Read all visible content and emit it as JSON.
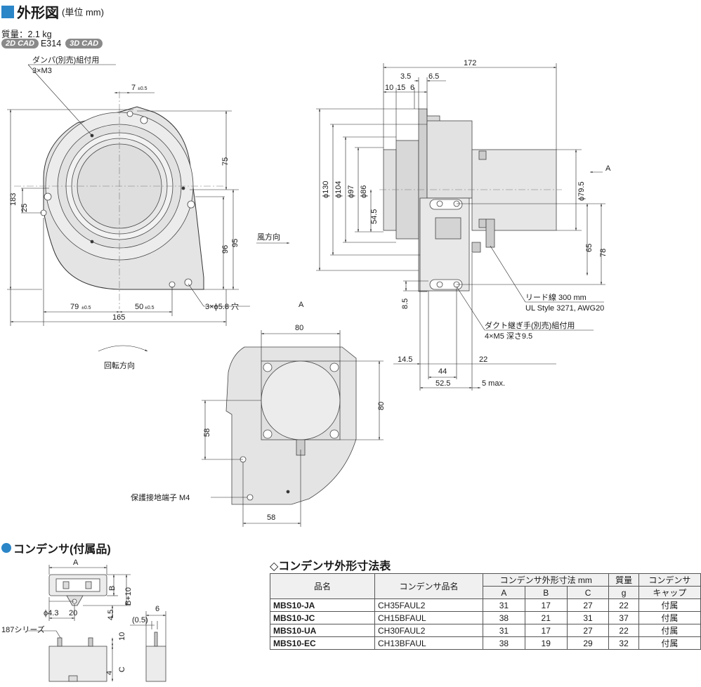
{
  "header": {
    "title": "外形図",
    "unit": "(単位 mm)",
    "mass": "質量：2.1 kg",
    "cad_2d": "2D CAD",
    "cad_code": "E314",
    "cad_3d": "3D CAD"
  },
  "front": {
    "damper": "ダンパ(別売)組付用",
    "damper_screw": "3×M3",
    "d7": "7",
    "tol": "±0.5",
    "d75": "75",
    "d183": "183",
    "d25": "25",
    "d96": "96",
    "d95": "95",
    "d79": "79",
    "d50": "50",
    "d165": "165",
    "holes": "3×ϕ5.8 穴",
    "rotation": "回転方向",
    "wind": "風方向"
  },
  "side": {
    "d172": "172",
    "d35": "3.5",
    "d65b": "6.5",
    "d10": "10",
    "d15": "15",
    "d6": "6",
    "d130": "ϕ130",
    "d104": "ϕ104",
    "d97": "ϕ97",
    "d86": "ϕ86",
    "d545": "54.5",
    "d795": "ϕ79.5",
    "d65": "65",
    "d78": "78",
    "d85": "8.5",
    "d145": "14.5",
    "d44": "44",
    "d525": "52.5",
    "d22": "22",
    "d5max": "5 max.",
    "view_a": "A",
    "lead1": "リード線 300 mm",
    "lead2": "UL Style 3271, AWG20",
    "duct1": "ダクト継ぎ手(別売)組付用",
    "duct2": "4×M5 深さ9.5"
  },
  "rear": {
    "label": "A",
    "d80t": "80",
    "d80r": "80",
    "d58l": "58",
    "d58b": "58",
    "ground": "保護接地端子 M4"
  },
  "capacitor": {
    "title": "コンデンサ(付属品)",
    "a": "A",
    "b": "B",
    "b10": "B+10",
    "d43": "ϕ4.3",
    "d20": "20",
    "d45": "4.5",
    "series": "187シリーズ",
    "d6": "6",
    "d05": "(0.5)",
    "d10": "10",
    "c": "C",
    "d4": "4"
  },
  "table": {
    "title": "◇コンデンサ外形寸法表",
    "h_part": "品名",
    "h_cap": "コンデンサ品名",
    "h_dim": "コンデンサ外形寸法 mm",
    "h_mass": "質量",
    "h_mass_unit": "g",
    "h_capcap1": "コンデンサ",
    "h_capcap2": "キャップ",
    "h_a": "A",
    "h_b": "B",
    "h_c": "C",
    "rows": [
      {
        "part": "MBS10-JA",
        "cap": "CH35FAUL2",
        "a": "31",
        "b": "17",
        "c": "27",
        "mass": "22",
        "capcap": "付属"
      },
      {
        "part": "MBS10-JC",
        "cap": "CH15BFAUL",
        "a": "38",
        "b": "21",
        "c": "31",
        "mass": "37",
        "capcap": "付属"
      },
      {
        "part": "MBS10-UA",
        "cap": "CH30FAUL2",
        "a": "31",
        "b": "17",
        "c": "27",
        "mass": "22",
        "capcap": "付属"
      },
      {
        "part": "MBS10-EC",
        "cap": "CH13BFAUL",
        "a": "38",
        "b": "19",
        "c": "29",
        "mass": "32",
        "capcap": "付属"
      }
    ]
  }
}
